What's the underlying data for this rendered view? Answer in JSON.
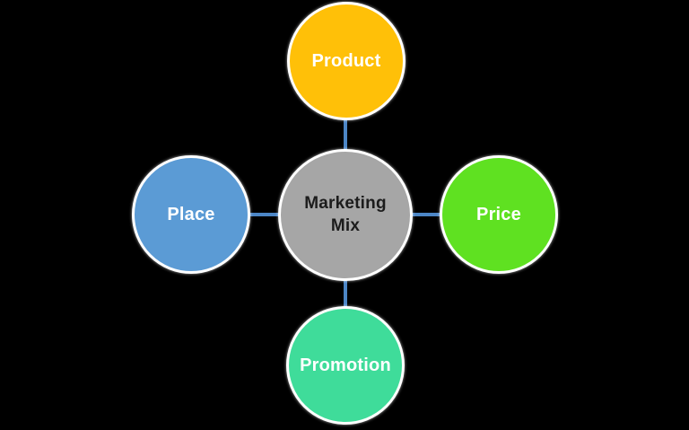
{
  "diagram": {
    "title": "Marketing Mix",
    "type": "hub-and-spoke",
    "background_color": "#000000",
    "connector_color": "#4C86C6",
    "node_border_color": "#FFFFFF",
    "center_node": {
      "label": "Marketing Mix",
      "fill": "#A6A6A6",
      "text_color": "#1C1C1C"
    },
    "nodes": [
      {
        "id": "product",
        "label": "Product",
        "position": "top",
        "fill": "#FFC008",
        "text_color": "#FFFFFF"
      },
      {
        "id": "price",
        "label": "Price",
        "position": "right",
        "fill": "#5FE121",
        "text_color": "#FFFFFF"
      },
      {
        "id": "promotion",
        "label": "Promotion",
        "position": "bottom",
        "fill": "#3FDC9A",
        "text_color": "#FFFFFF"
      },
      {
        "id": "place",
        "label": "Place",
        "position": "left",
        "fill": "#5B9BD5",
        "text_color": "#FFFFFF"
      }
    ]
  }
}
